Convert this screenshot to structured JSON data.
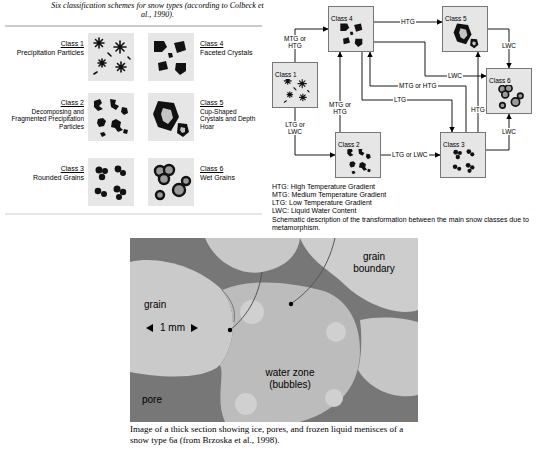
{
  "diagram": {
    "caption": "Image of a thick section showing ice, pores, and frozen liquid menisces of a snow type 6a (from Brzoska et al., 1998).",
    "nodes": [
      {
        "text": [
          "Class 1"
        ]
      },
      {
        "text": [
          "Class 2"
        ]
      },
      {
        "text": [
          "Class 3"
        ]
      },
      {
        "text": [
          "Class 4"
        ]
      },
      {
        "text": [
          "Class 5"
        ]
      },
      {
        "text": [
          "Class 6"
        ]
      }
    ],
    "edges": [
      {
        "from": 0,
        "to": 3,
        "label": "MTG or HTG",
        "arrow": "to"
      },
      {
        "from": 0,
        "to": 1,
        "label": "LTG or LWC",
        "arrow": "to"
      },
      {
        "from": 3,
        "to": 4,
        "label": "HTG",
        "arrow": "to"
      },
      {
        "from": 4,
        "to": 5,
        "label": "LWC",
        "arrow": "to"
      },
      {
        "from": 3,
        "to": 5,
        "label": "LWC",
        "arrow": "to"
      },
      {
        "from": 1,
        "to": 3,
        "label": "MTG or HTG",
        "arrow": "to"
      },
      {
        "from": 3,
        "to": 2,
        "label": "LTG",
        "arrow": "to"
      },
      {
        "from": 2,
        "to": 3,
        "label": "MTG or HTG",
        "arrow": "to"
      },
      {
        "from": 2,
        "to": 4,
        "label": "HTG",
        "arrow": "to"
      },
      {
        "from": 1,
        "to": 2,
        "label": "LTG or LWC",
        "arrow": "to"
      },
      {
        "from": 2,
        "to": 5,
        "label": "LWC",
        "arrow": "to"
      }
    ],
    "labels": [
      "Six classification schemes for snow types (according to Colbeck et al., 1990).",
      "Class 1",
      "Precipitation Particles",
      "Class 4",
      "Faceted Crystals",
      "Class 2",
      "Decomposing and Fragmented Precipitation Particles",
      "Class 5",
      "Cup-Shaped Crystals and Depth Hoar",
      "Class 3",
      "Rounded Grains",
      "Class 6",
      "Wet Grains",
      "HTG: High Temperature Gradient",
      "MTG: Medium Temperature Gradient",
      "LTG: Low Temperature Gradient",
      "LWC: Liquid Water Content",
      "Schematic description of the transformation between the main snow classes due to metamorphism.",
      "grain boundary",
      "grain",
      "1 mm",
      "water zone (bubbles)",
      "pore"
    ]
  }
}
